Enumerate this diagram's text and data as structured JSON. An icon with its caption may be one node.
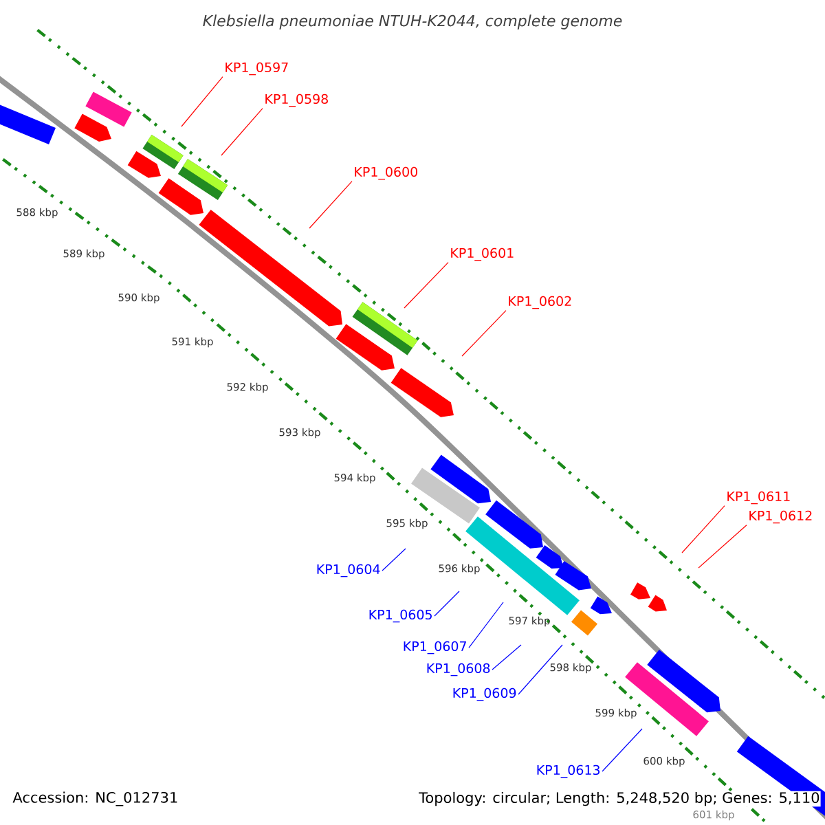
{
  "diagram": {
    "title": "Klebsiella pneumoniae NTUH-K2044, complete genome",
    "nodes": [
      {
        "text": [
          "KP1_0597"
        ]
      },
      {
        "text": [
          "KP1_0598"
        ]
      },
      {
        "text": [
          "KP1_0600"
        ]
      },
      {
        "text": [
          "KP1_0601"
        ]
      },
      {
        "text": [
          "KP1_0602"
        ]
      },
      {
        "text": [
          "KP1_0611"
        ]
      },
      {
        "text": [
          "KP1_0612"
        ]
      },
      {
        "text": [
          "KP1_0604"
        ]
      },
      {
        "text": [
          "KP1_0605"
        ]
      },
      {
        "text": [
          "KP1_0607"
        ]
      },
      {
        "text": [
          "KP1_0608"
        ]
      },
      {
        "text": [
          "KP1_0609"
        ]
      },
      {
        "text": [
          "KP1_0613"
        ]
      }
    ],
    "edges": [
      {
        "from": 0,
        "to": null,
        "arrow": "none"
      },
      {
        "from": 1,
        "to": null,
        "arrow": "none"
      },
      {
        "from": 2,
        "to": null,
        "arrow": "none"
      },
      {
        "from": 3,
        "to": null,
        "arrow": "none"
      },
      {
        "from": 4,
        "to": null,
        "arrow": "none"
      },
      {
        "from": 5,
        "to": null,
        "arrow": "none"
      },
      {
        "from": 6,
        "to": null,
        "arrow": "none"
      },
      {
        "from": 7,
        "to": null,
        "arrow": "none",
        "color": "#0000ff"
      },
      {
        "from": 8,
        "to": null,
        "arrow": "none",
        "color": "#0000ff"
      },
      {
        "from": 9,
        "to": null,
        "arrow": "none",
        "color": "#0000ff"
      },
      {
        "from": 10,
        "to": null,
        "arrow": "none",
        "color": "#0000ff"
      },
      {
        "from": 11,
        "to": null,
        "arrow": "none",
        "color": "#0000ff"
      },
      {
        "from": 12,
        "to": null,
        "arrow": "none",
        "color": "#0000ff"
      }
    ],
    "labels": [
      "588 kbp",
      "589 kbp",
      "590 kbp",
      "591 kbp",
      "592 kbp",
      "593 kbp",
      "594 kbp",
      "595 kbp",
      "596 kbp",
      "597 kbp",
      "598 kbp",
      "599 kbp",
      "600 kbp",
      "601 kbp",
      "Accession: NC_012731",
      "Topology: circular; Length: 5,248,520 bp; Genes: 5,110"
    ]
  }
}
